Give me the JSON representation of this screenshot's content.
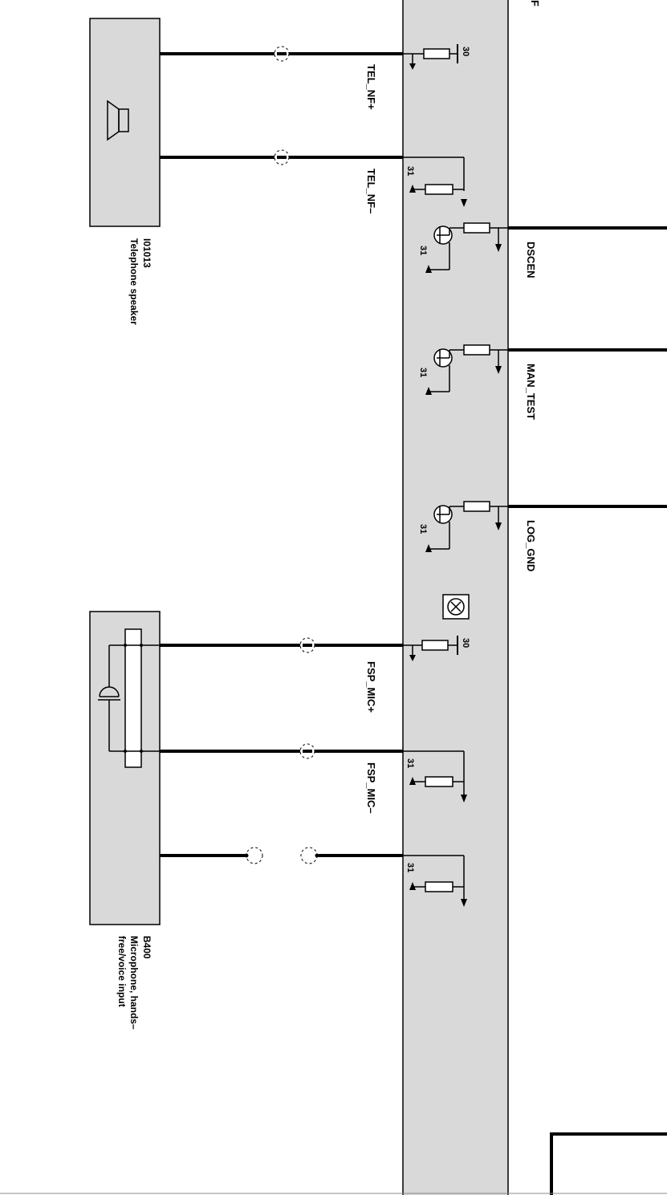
{
  "diagram": {
    "edge_letter": "F",
    "components": {
      "speaker": {
        "id": "I01013",
        "name": "Telephone speaker"
      },
      "microphone": {
        "id": "B400",
        "name_line1": "Microphone, hands–",
        "name_line2": "free/voice input"
      }
    },
    "signals": {
      "tel_nf_plus": "TEL_NF+",
      "tel_nf_minus": "TEL_NF–",
      "dscen": "DSCEN",
      "man_test": "MAN_TEST",
      "log_gnd": "LOG_GND",
      "fsp_mic_plus": "FSP_MIC+",
      "fsp_mic_minus": "FSP_MIC–"
    },
    "terminals": {
      "t30": "30",
      "t31": "31"
    },
    "colors": {
      "module_fill": "#d9d9d9",
      "wire": "#000000"
    }
  }
}
